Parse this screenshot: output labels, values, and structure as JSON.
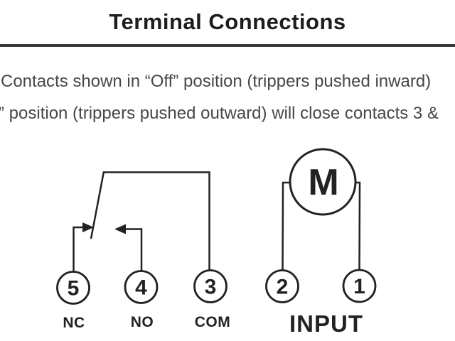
{
  "header": {
    "title": "Terminal Connections"
  },
  "description": {
    "line1": "Contacts shown in “Off” position (trippers pushed inward)",
    "line2": "” position (trippers pushed outward) will close contacts 3 &"
  },
  "diagram": {
    "switch": {
      "terminals": [
        {
          "number": "5",
          "label": "NC"
        },
        {
          "number": "4",
          "label": "NO"
        },
        {
          "number": "3",
          "label": "COM"
        }
      ]
    },
    "motor": {
      "symbol": "M",
      "terminals": [
        {
          "number": "2"
        },
        {
          "number": "1"
        }
      ],
      "label": "INPUT"
    }
  },
  "colors": {
    "ink": "#222222",
    "rule": "#383838",
    "body_text": "#474747",
    "background": "#ffffff"
  }
}
